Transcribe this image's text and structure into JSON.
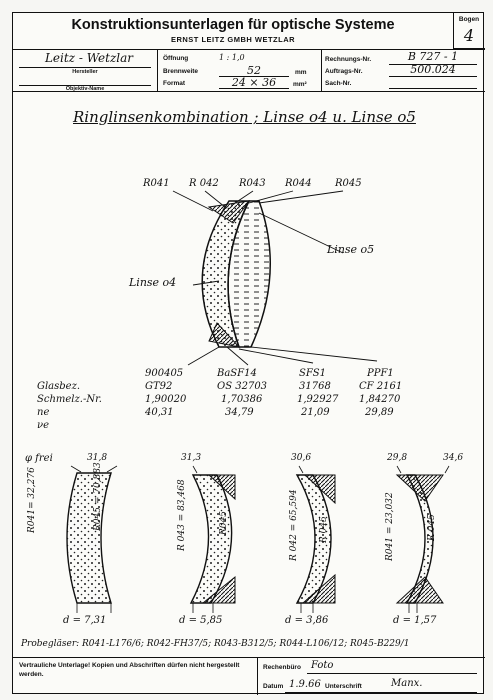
{
  "header": {
    "title": "Konstruktionsunterlagen für optische Systeme",
    "subtitle": "ERNST LEITZ GMBH WETZLAR",
    "bogen_label": "Bogen",
    "bogen_value": "4",
    "hersteller_value": "Leitz - Wetzlar",
    "hersteller_label": "Hersteller",
    "objektiv_label": "Objektiv-Name",
    "oeffnung_label": "Öffnung",
    "oeffnung_value": "1 : 1,0",
    "brennweite_label": "Brennweite",
    "brennweite_value": "52",
    "brennweite_unit": "mm",
    "format_label": "Format",
    "format_value": "24 × 36",
    "format_unit": "mm²",
    "rechnung_label": "Rechnungs-Nr.",
    "rechnung_value": "B 727 - 1",
    "auftrag_label": "Auftrags-Nr.",
    "auftrag_value": "500.024",
    "sach_label": "Sach-Nr."
  },
  "heading": "Ringlinsenkombination ; Linse o4 u. Linse o5",
  "radius_labels": [
    "R041",
    "R 042",
    "R043",
    "R044",
    "R045"
  ],
  "lens_labels": {
    "linse05": "Linse o5",
    "linse04": "Linse o4"
  },
  "glass_table": {
    "row_labels": [
      "Glasbez.",
      "Schmelz.-Nr.",
      "ne",
      "νe"
    ],
    "columns": [
      [
        "900405",
        "GT92",
        "1,90020",
        "40,31"
      ],
      [
        "BaSF14",
        "OS 32703",
        "1,70386",
        "34,79"
      ],
      [
        "SFS1",
        "31768",
        "1,92927",
        "21,09"
      ],
      [
        "PPF1",
        "CF 2161",
        "1,84270",
        "29,89"
      ]
    ]
  },
  "phi_label": "φ frei",
  "elements": [
    {
      "top_left": "31,8",
      "top_right": "",
      "r_left": "R041= 32,276",
      "r_right": "R045 = 70,883",
      "thickness": "d = 7,31"
    },
    {
      "top_left": "31,3",
      "top_right": "",
      "r_left": "R 043 = 83,468",
      "r_right": "R045",
      "thickness": "d = 5,85"
    },
    {
      "top_left": "30,6",
      "top_right": "",
      "r_left": "R 042 = 65,594",
      "r_right": "R 045",
      "thickness": "d = 3,86"
    },
    {
      "top_left": "29,8",
      "top_right": "34,6",
      "r_left": "R041 = 23,032",
      "r_right": "R 045",
      "thickness": "d = 1,57"
    }
  ],
  "probe_line": "Probegläser: R041-L176/6; R042-FH37/5; R043-B312/5; R044-L106/12; R045-B229/1",
  "footer": {
    "left_text": "Vertrauliche Unterlage! Kopien und Abschriften dürfen nicht hergestellt werden.",
    "rechenbuero_label": "Rechenbüro",
    "rechenbuero_value": "Foto",
    "datum_label": "Datum",
    "datum_value": "1.9.66",
    "unterschrift_label": "Unterschrift",
    "unterschrift_value": "Manx."
  }
}
